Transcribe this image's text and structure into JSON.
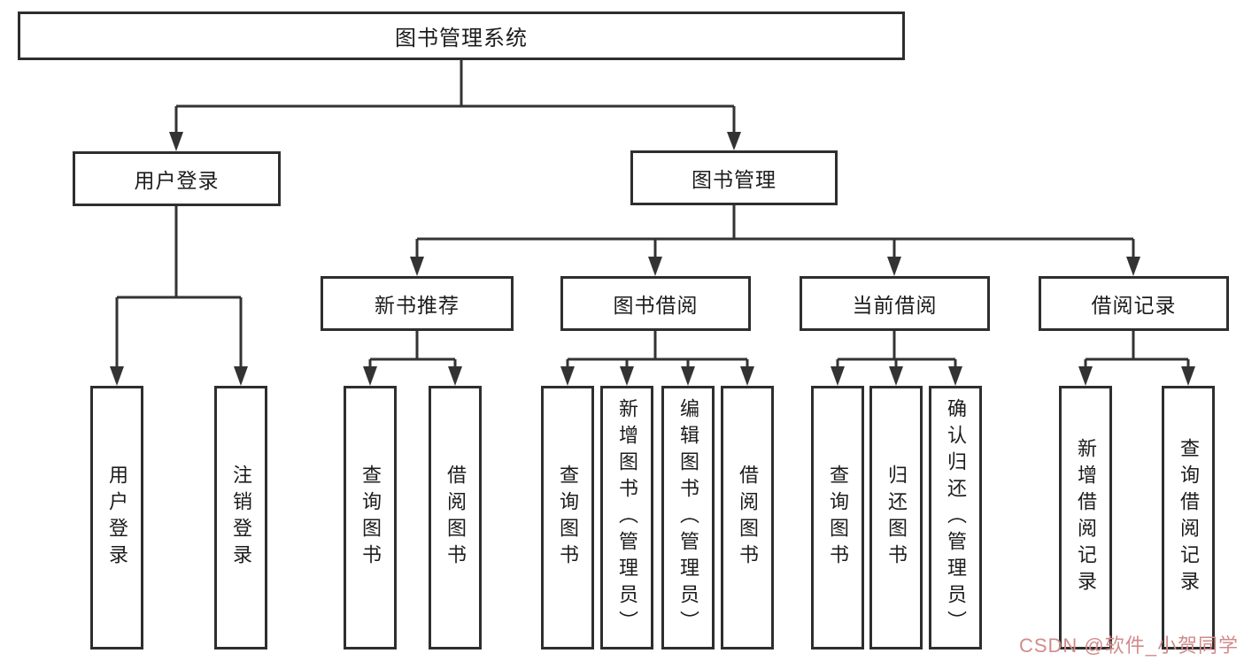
{
  "watermark": {
    "text": "CSDN @软件_小贺同学",
    "color": "#d28b8b"
  },
  "colors": {
    "line": "#333333",
    "box_border": "#2e2e2e",
    "background": "#ffffff",
    "text": "#1c1c1c"
  },
  "tree": {
    "root": {
      "label": "图书管理系统",
      "children": [
        {
          "label": "用户登录",
          "children": [
            {
              "label": "用户登录"
            },
            {
              "label": "注销登录"
            }
          ]
        },
        {
          "label": "图书管理",
          "children": [
            {
              "label": "新书推荐",
              "children": [
                {
                  "label": "查询图书"
                },
                {
                  "label": "借阅图书"
                }
              ]
            },
            {
              "label": "图书借阅",
              "children": [
                {
                  "label": "查询图书"
                },
                {
                  "label": "新增图书（管理员）"
                },
                {
                  "label": "编辑图书（管理员）"
                },
                {
                  "label": "借阅图书"
                }
              ]
            },
            {
              "label": "当前借阅",
              "children": [
                {
                  "label": "查询图书"
                },
                {
                  "label": "归还图书"
                },
                {
                  "label": "确认归还（管理员）"
                }
              ]
            },
            {
              "label": "借阅记录",
              "children": [
                {
                  "label": "新增借阅记录"
                },
                {
                  "label": "查询借阅记录"
                }
              ]
            }
          ]
        }
      ]
    }
  }
}
